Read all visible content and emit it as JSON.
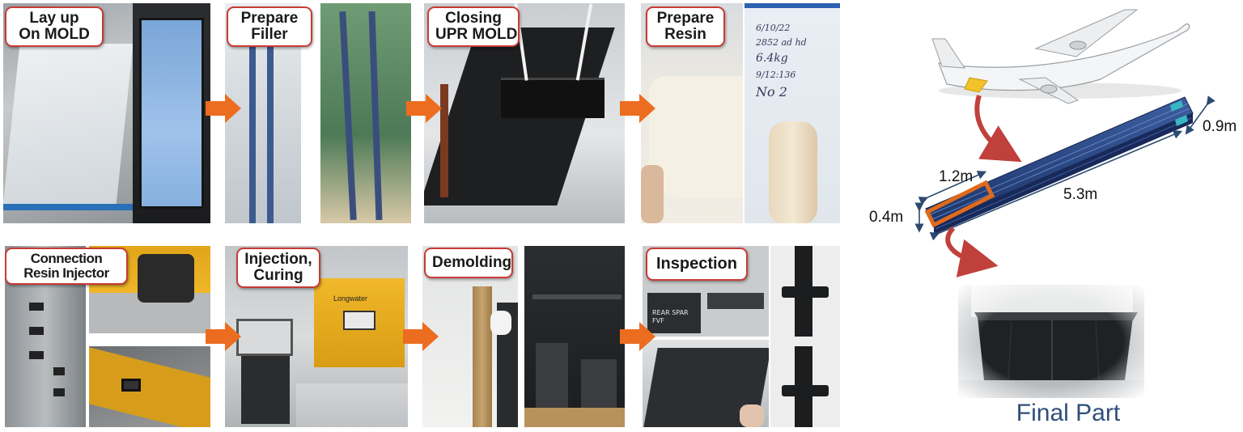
{
  "steps": {
    "s1": {
      "line1": "Lay up",
      "line2": "On MOLD"
    },
    "s2": {
      "line1": "Prepare",
      "line2": "Filler"
    },
    "s3": {
      "line1": "Closing",
      "line2": "UPR MOLD"
    },
    "s4": {
      "line1": "Prepare",
      "line2": "Resin"
    },
    "s5": {
      "line1": "Connection",
      "line2": "Resin Injector"
    },
    "s6": {
      "line1": "Injection,",
      "line2": "Curing"
    },
    "s7": {
      "line1": "Demolding"
    },
    "s8": {
      "line1": "Inspection"
    }
  },
  "photo_text": {
    "resin_bag": [
      "6/10/22",
      "2852 ad hd",
      "6.4kg",
      "9/12:136",
      "No 2"
    ],
    "sample_note": [
      "REAR SPAR",
      "FVF"
    ],
    "injector_brand": "Longwater"
  },
  "part": {
    "dim_length": "5.3m",
    "dim_width": "1.2m",
    "dim_height": "0.4m",
    "dim_end": "0.9m",
    "final_label": "Final Part"
  },
  "colors": {
    "label_border": "#c63b34",
    "arrow": "#ec6d1f",
    "curve_arrow": "#c0403c",
    "highlight": "#e06a1c",
    "final_text": "#2f4e7a",
    "part_blue": "#23407a"
  }
}
